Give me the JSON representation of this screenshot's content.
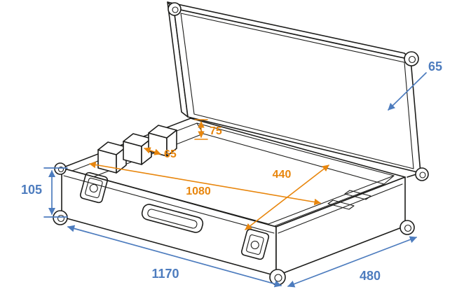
{
  "drawing": {
    "background_color": "#ffffff",
    "outline_color": "#1d1d1b",
    "outer_dimension_color": "#4d7cbe",
    "inner_dimension_color": "#e8860d",
    "dimensions": {
      "lid_depth": "65",
      "case_height": "105",
      "outer_length": "1170",
      "outer_depth": "480",
      "foam_block_height": "75",
      "foam_block_spacing": "65",
      "inner_length": "1080",
      "inner_depth": "440"
    }
  }
}
